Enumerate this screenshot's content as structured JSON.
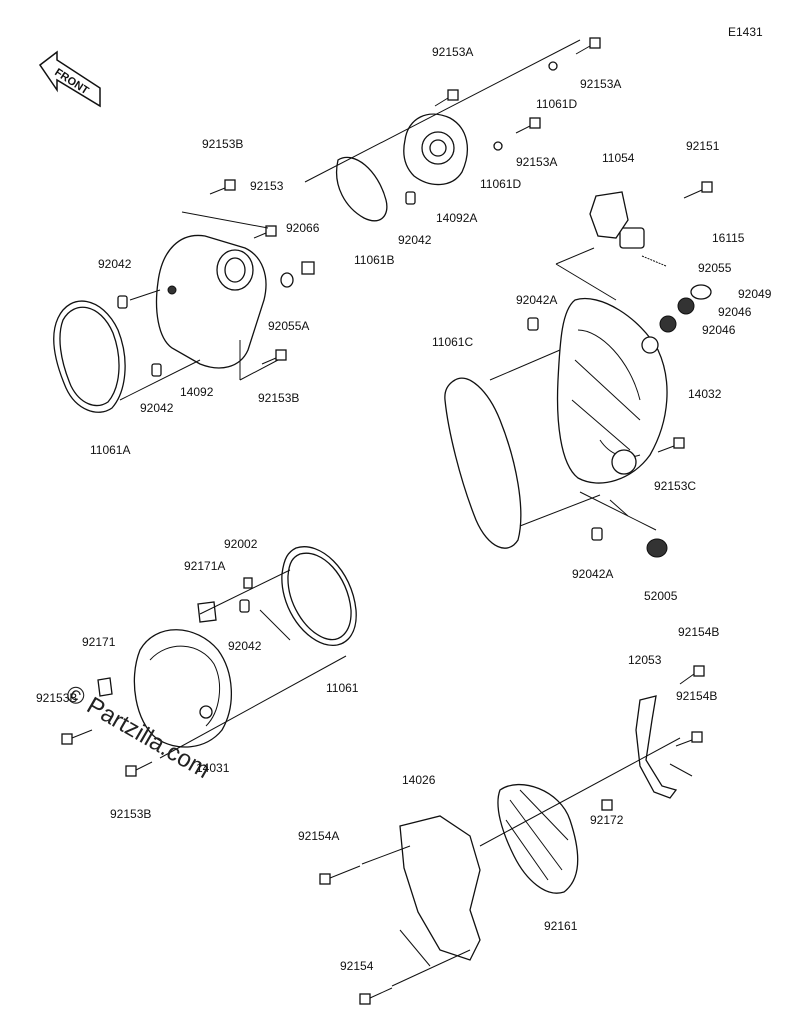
{
  "diagram_id": "E1431",
  "front_label": "FRONT",
  "watermark": "© Partzilla.com",
  "labels": {
    "p92153A_top": "92153A",
    "p92153A_right": "92153A",
    "p11061D_top": "11061D",
    "p92153A_mid": "92153A",
    "p11061D_mid": "11061D",
    "p92153B_top": "92153B",
    "p92153": "92153",
    "p92066": "92066",
    "p92042_left": "92042",
    "p11061B": "11061B",
    "p14092A": "14092A",
    "p92042_mid": "92042",
    "p92055A": "92055A",
    "p14092": "14092",
    "p92042_low": "92042",
    "p92153B_mid": "92153B",
    "p11061A": "11061A",
    "p11054": "11054",
    "p92151": "92151",
    "p16115": "16115",
    "p92055": "92055",
    "p92049": "92049",
    "p92042A_top": "92042A",
    "p92046_a": "92046",
    "p92046_b": "92046",
    "p11061C": "11061C",
    "p14032": "14032",
    "p92153C": "92153C",
    "p92042A_low": "92042A",
    "p52005": "52005",
    "p92002": "92002",
    "p92171A": "92171A",
    "p92042_gen": "92042",
    "p11061": "11061",
    "p92171": "92171",
    "p92153B_gen": "92153B",
    "p14031": "14031",
    "p92153B_bot": "92153B",
    "p92154B_top": "92154B",
    "p12053": "12053",
    "p92154B_mid": "92154B",
    "p14026": "14026",
    "p92172": "92172",
    "p92154A": "92154A",
    "p92161": "92161",
    "p92154": "92154"
  }
}
